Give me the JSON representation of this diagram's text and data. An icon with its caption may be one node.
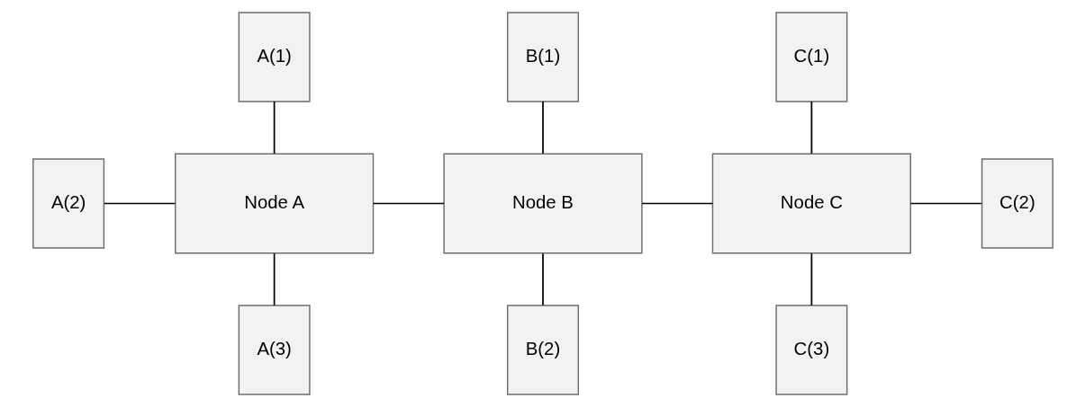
{
  "diagram": {
    "nodes": [
      {
        "text": [
          "A(1)"
        ]
      },
      {
        "text": [
          "B(1)"
        ]
      },
      {
        "text": [
          "C(1)"
        ]
      },
      {
        "text": [
          "A(2)"
        ]
      },
      {
        "text": [
          "Node A"
        ]
      },
      {
        "text": [
          "Node B"
        ]
      },
      {
        "text": [
          "Node C"
        ]
      },
      {
        "text": [
          "C(2)"
        ]
      },
      {
        "text": [
          "A(3)"
        ]
      },
      {
        "text": [
          "B(2)"
        ]
      },
      {
        "text": [
          "C(3)"
        ]
      }
    ],
    "edges": [
      {
        "from": 0,
        "to": 4,
        "arrow": "none"
      },
      {
        "from": 1,
        "to": 5,
        "arrow": "none"
      },
      {
        "from": 2,
        "to": 6,
        "arrow": "none"
      },
      {
        "from": 3,
        "to": 4,
        "arrow": "none"
      },
      {
        "from": 4,
        "to": 5,
        "arrow": "none"
      },
      {
        "from": 5,
        "to": 6,
        "arrow": "none"
      },
      {
        "from": 6,
        "to": 7,
        "arrow": "none"
      },
      {
        "from": 4,
        "to": 8,
        "arrow": "none"
      },
      {
        "from": 5,
        "to": 9,
        "arrow": "none"
      },
      {
        "from": 6,
        "to": 10,
        "arrow": "none"
      }
    ]
  }
}
